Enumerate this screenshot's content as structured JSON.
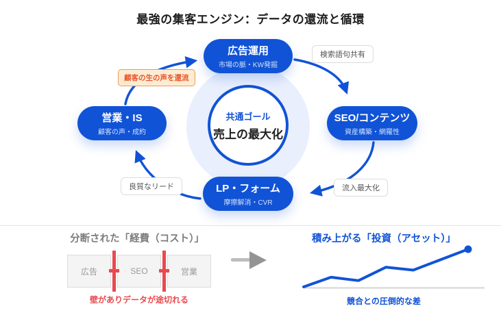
{
  "title": "最強の集客エンジン：データの還流と循環",
  "colors": {
    "primary_blue": "#1153d6",
    "halo_blue": "#e9effc",
    "pill_subtitle": "#cfe0fb",
    "wall_red": "#e9494f",
    "orange_text": "#e8562e",
    "orange_bg": "#fdecd2",
    "orange_border": "#f09a55",
    "gray_heading": "#7d7d7d"
  },
  "cycle": {
    "center": {
      "label": "共通ゴール",
      "goal": "売上の最大化"
    },
    "nodes": {
      "ads": {
        "title": "広告運用",
        "subtitle": "市場の脈・KW発掘"
      },
      "seo": {
        "title": "SEO/コンテンツ",
        "subtitle": "資産構築・網羅性"
      },
      "lp": {
        "title": "LP・フォーム",
        "subtitle": "摩擦解消・CVR"
      },
      "sales": {
        "title": "営業・IS",
        "subtitle": "顧客の声・成約"
      }
    },
    "edge_labels": {
      "top_right": "検索語句共有",
      "bottom_right": "流入最大化",
      "bottom_left": "良質なリード",
      "top_left": "顧客の生の声を還流"
    }
  },
  "bottom": {
    "left": {
      "heading": "分断された「経費（コスト）」",
      "boxes": [
        "広告",
        "SEO",
        "営業"
      ],
      "caption": "壁がありデータが途切れる"
    },
    "right": {
      "heading": "積み上がる「投資（アセット）」",
      "caption": "競合との圧倒的な差"
    }
  },
  "chart_data": {
    "type": "line",
    "title": "積み上がる「投資（アセット）」",
    "x": [
      0,
      1,
      2,
      3,
      4,
      6
    ],
    "values": [
      10,
      33,
      25,
      57,
      50,
      100
    ],
    "xlabel": "",
    "ylabel": "",
    "axes_visible": false,
    "baseline": true,
    "end_marker": "dot",
    "annotation": "競合との圧倒的な差",
    "line_color": "#1153d6",
    "baseline_color": "#d4d4d4"
  }
}
